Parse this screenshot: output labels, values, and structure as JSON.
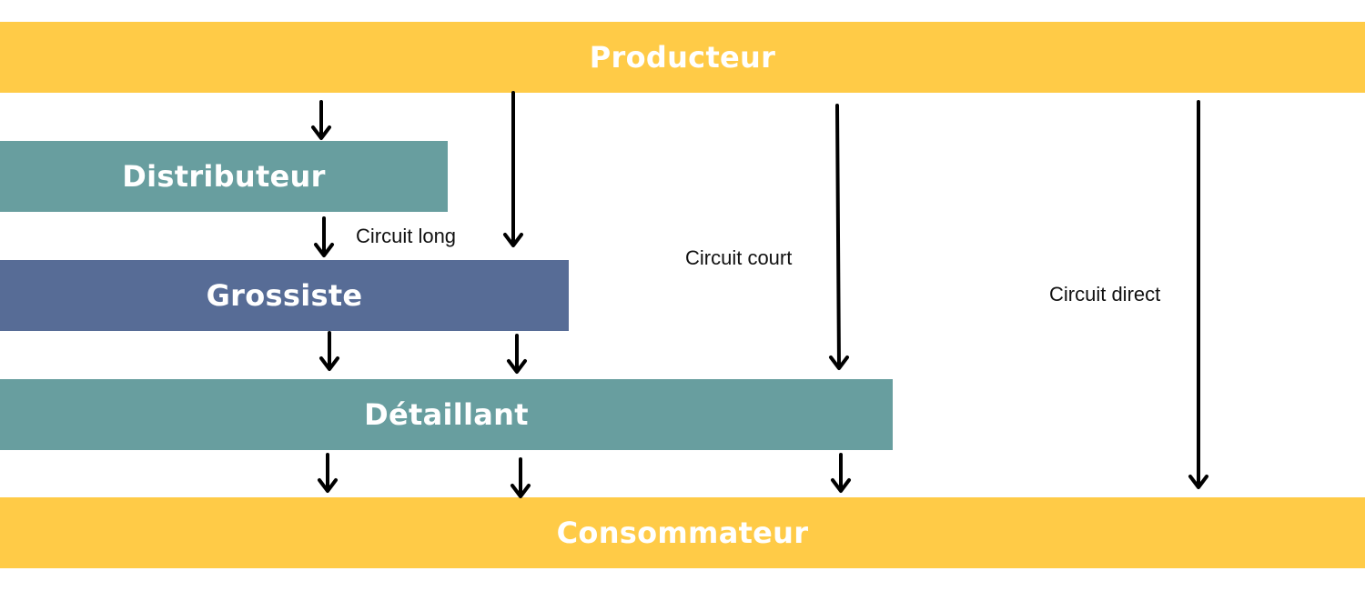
{
  "nodes": {
    "producteur": "Producteur",
    "distributeur": "Distributeur",
    "grossiste": "Grossiste",
    "detaillant": "Détaillant",
    "consommateur": "Consommateur"
  },
  "circuits": {
    "long": "Circuit long",
    "court": "Circuit court",
    "direct": "Circuit direct"
  },
  "colors": {
    "producer_consumer": "#FFCB47",
    "distributor_retailer": "#689E9F",
    "wholesaler": "#576C96",
    "arrow": "#000000",
    "text_light": "#FFFFFF",
    "text_dark": "#111111"
  }
}
